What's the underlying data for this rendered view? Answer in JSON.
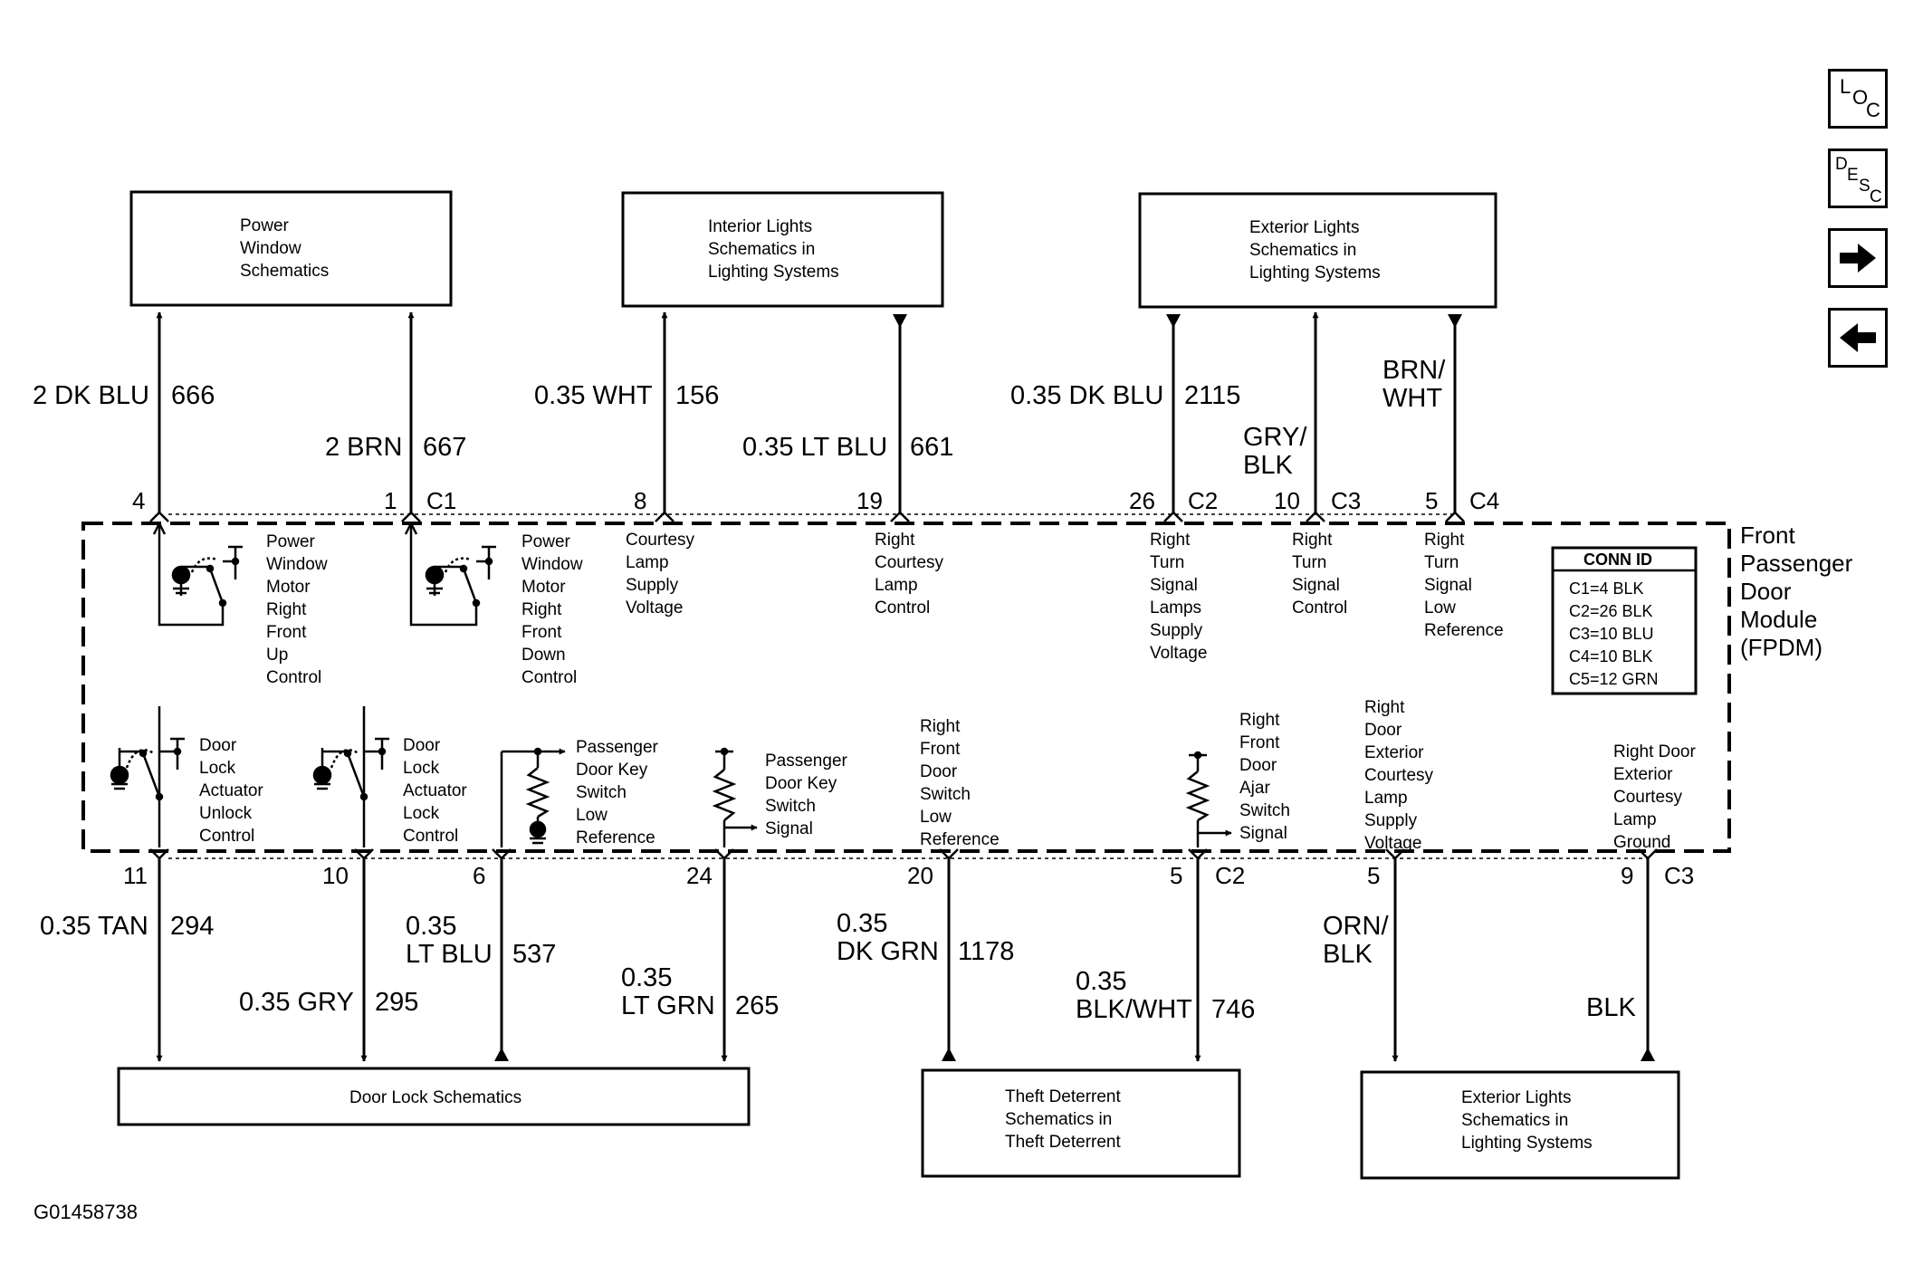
{
  "diagram": {
    "top_boxes": [
      {
        "lines": [
          "Power",
          "Window",
          "Schematics"
        ]
      },
      {
        "lines": [
          "Interior Lights",
          "Schematics in",
          "Lighting Systems"
        ]
      },
      {
        "lines": [
          "Exterior Lights",
          "Schematics in",
          "Lighting Systems"
        ]
      }
    ],
    "bottom_boxes": [
      {
        "lines": [
          "Door Lock Schematics"
        ]
      },
      {
        "lines": [
          "Theft Deterrent",
          "Schematics in",
          "Theft Deterrent"
        ]
      },
      {
        "lines": [
          "Exterior Lights",
          "Schematics in",
          "Lighting Systems"
        ]
      }
    ],
    "top_wires": [
      {
        "color": [
          "2 DK BLU"
        ],
        "circuit": "666",
        "pin": "4",
        "connector": "",
        "direction": "out"
      },
      {
        "color": [
          "2 BRN"
        ],
        "circuit": "667",
        "pin": "1",
        "connector": "C1",
        "direction": "out"
      },
      {
        "color": [
          "0.35 WHT"
        ],
        "circuit": "156",
        "pin": "8",
        "connector": "",
        "direction": "out"
      },
      {
        "color": [
          "0.35 LT BLU"
        ],
        "circuit": "661",
        "pin": "19",
        "connector": "",
        "direction": "in"
      },
      {
        "color": [
          "0.35 DK BLU"
        ],
        "circuit": "2115",
        "pin": "26",
        "connector": "C2",
        "direction": "in"
      },
      {
        "color": [
          "GRY/",
          "BLK"
        ],
        "circuit": "",
        "pin": "10",
        "connector": "C3",
        "direction": "out"
      },
      {
        "color": [
          "BRN/",
          "WHT"
        ],
        "circuit": "",
        "pin": "5",
        "connector": "C4",
        "direction": "in"
      }
    ],
    "bottom_wires": [
      {
        "color": [
          "0.35 TAN"
        ],
        "circuit": "294",
        "pin": "11",
        "connector": "",
        "direction": "out"
      },
      {
        "color": [
          "0.35 GRY"
        ],
        "circuit": "295",
        "pin": "10",
        "connector": "",
        "direction": "out"
      },
      {
        "color": [
          "0.35",
          "LT BLU"
        ],
        "circuit": "537",
        "pin": "6",
        "connector": "",
        "direction": "in"
      },
      {
        "color": [
          "0.35",
          "LT GRN"
        ],
        "circuit": "265",
        "pin": "24",
        "connector": "",
        "direction": "out"
      },
      {
        "color": [
          "0.35",
          "DK GRN"
        ],
        "circuit": "1178",
        "pin": "20",
        "connector": "",
        "direction": "in"
      },
      {
        "color": [
          "0.35",
          "BLK/WHT"
        ],
        "circuit": "746",
        "pin": "5",
        "connector": "C2",
        "direction": "out"
      },
      {
        "color": [
          "ORN/",
          "BLK"
        ],
        "circuit": "",
        "pin": "5",
        "connector": "",
        "direction": "out"
      },
      {
        "color": [
          "BLK"
        ],
        "circuit": "",
        "pin": "9",
        "connector": "C3",
        "direction": "in"
      }
    ],
    "top_signals": [
      {
        "lines": [
          "Power",
          "Window",
          "Motor",
          "Right",
          "Front",
          "Up",
          "Control"
        ]
      },
      {
        "lines": [
          "Power",
          "Window",
          "Motor",
          "Right",
          "Front",
          "Down",
          "Control"
        ]
      },
      {
        "lines": [
          "Courtesy",
          "Lamp",
          "Supply",
          "Voltage"
        ]
      },
      {
        "lines": [
          "Right",
          "Courtesy",
          "Lamp",
          "Control"
        ]
      },
      {
        "lines": [
          "Right",
          "Turn",
          "Signal",
          "Lamps",
          "Supply",
          "Voltage"
        ]
      },
      {
        "lines": [
          "Right",
          "Turn",
          "Signal",
          "Control"
        ]
      },
      {
        "lines": [
          "Right",
          "Turn",
          "Signal",
          "Low",
          "Reference"
        ]
      }
    ],
    "bottom_signals": [
      {
        "lines": [
          "Door",
          "Lock",
          "Actuator",
          "Unlock",
          "Control"
        ]
      },
      {
        "lines": [
          "Door",
          "Lock",
          "Actuator",
          "Lock",
          "Control"
        ]
      },
      {
        "lines": [
          "Passenger",
          "Door Key",
          "Switch",
          "Low",
          "Reference"
        ]
      },
      {
        "lines": [
          "Passenger",
          "Door Key",
          "Switch",
          "Signal"
        ]
      },
      {
        "lines": [
          "Right",
          "Front",
          "Door",
          "Switch",
          "Low",
          "Reference"
        ]
      },
      {
        "lines": [
          "Right",
          "Front",
          "Door",
          "Ajar",
          "Switch",
          "Signal"
        ]
      },
      {
        "lines": [
          "Right",
          "Door",
          "Exterior",
          "Courtesy",
          "Lamp",
          "Supply",
          "Voltage"
        ]
      },
      {
        "lines": [
          "Right Door",
          "Exterior",
          "Courtesy",
          "Lamp",
          "Ground"
        ]
      }
    ],
    "module_label": [
      "Front",
      "Passenger",
      "Door",
      "Module",
      "(FPDM)"
    ],
    "conn_table": {
      "title": "CONN ID",
      "rows": [
        "C1=4 BLK",
        "C2=26 BLK",
        "C3=10 BLU",
        "C4=10 BLK",
        "C5=12 GRN"
      ]
    },
    "image_id": "G01458738"
  },
  "nav": {
    "loc": "LOC",
    "desc": "DESC",
    "forward_icon": "arrow-right-icon",
    "back_icon": "arrow-left-icon"
  }
}
